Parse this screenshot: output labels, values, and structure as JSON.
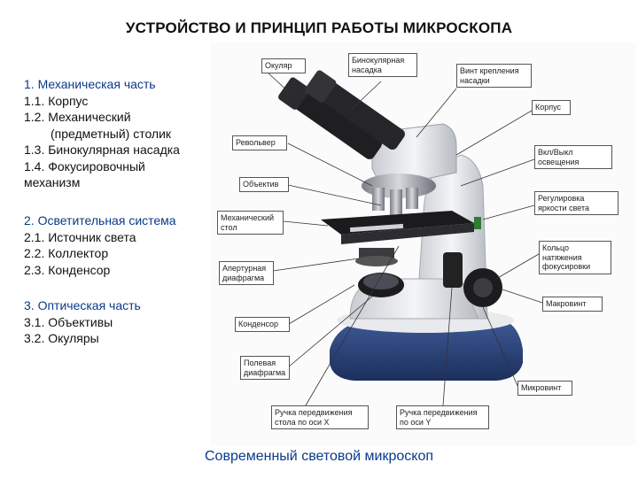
{
  "title": "УСТРОЙСТВО И ПРИНЦИП РАБОТЫ МИКРОСКОПА",
  "outline": [
    {
      "heading": "1. Механическая часть",
      "items": [
        "1.1. Корпус",
        "1.2. Механический",
        "(предметный) столик",
        "1.3. Бинокулярная насадка",
        "1.4. Фокусировочный",
        "механизм"
      ]
    },
    {
      "heading": "2. Осветительная система",
      "items": [
        "2.1. Источник света",
        "2.2. Коллектор",
        "2.3. Конденсор"
      ]
    },
    {
      "heading": "3. Оптическая часть",
      "items": [
        "3.1. Объективы",
        "3.2. Окуляры"
      ]
    }
  ],
  "labels": {
    "ocular": "Окуляр",
    "binocular_head": "Бинокулярная насадка",
    "head_screw": "Винт крепления насадки",
    "body": "Корпус",
    "light_switch": "Вкл/Выкл освещения",
    "revolver": "Револьвер",
    "objective": "Объектив",
    "brightness": "Регулировка яркости света",
    "mech_stage": "Механический стол",
    "tension_ring": "Кольцо натяжения фокусировки",
    "aperture": "Апертурная диафрагма",
    "macro_screw": "Макровинт",
    "condenser": "Конденсор",
    "field_diaphragm": "Полевая диафрагма",
    "micro_screw": "Микровинт",
    "stage_x": "Ручка передвижения стола по оси X",
    "stage_y": "Ручка передвижения по оси Y"
  },
  "caption": "Современный световой микроскоп"
}
